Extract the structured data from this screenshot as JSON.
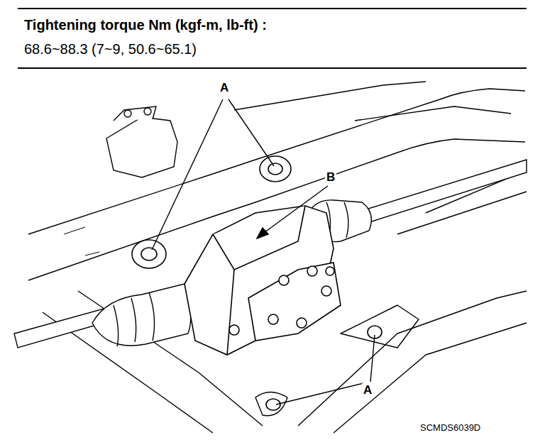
{
  "diagram": {
    "labels": [
      "Tightening torque Nm (kgf-m, lb-ft) :",
      "68.6~88.3 (7~9, 50.6~65.1)",
      "A",
      "B",
      "A",
      "SCMDS6039D"
    ]
  }
}
